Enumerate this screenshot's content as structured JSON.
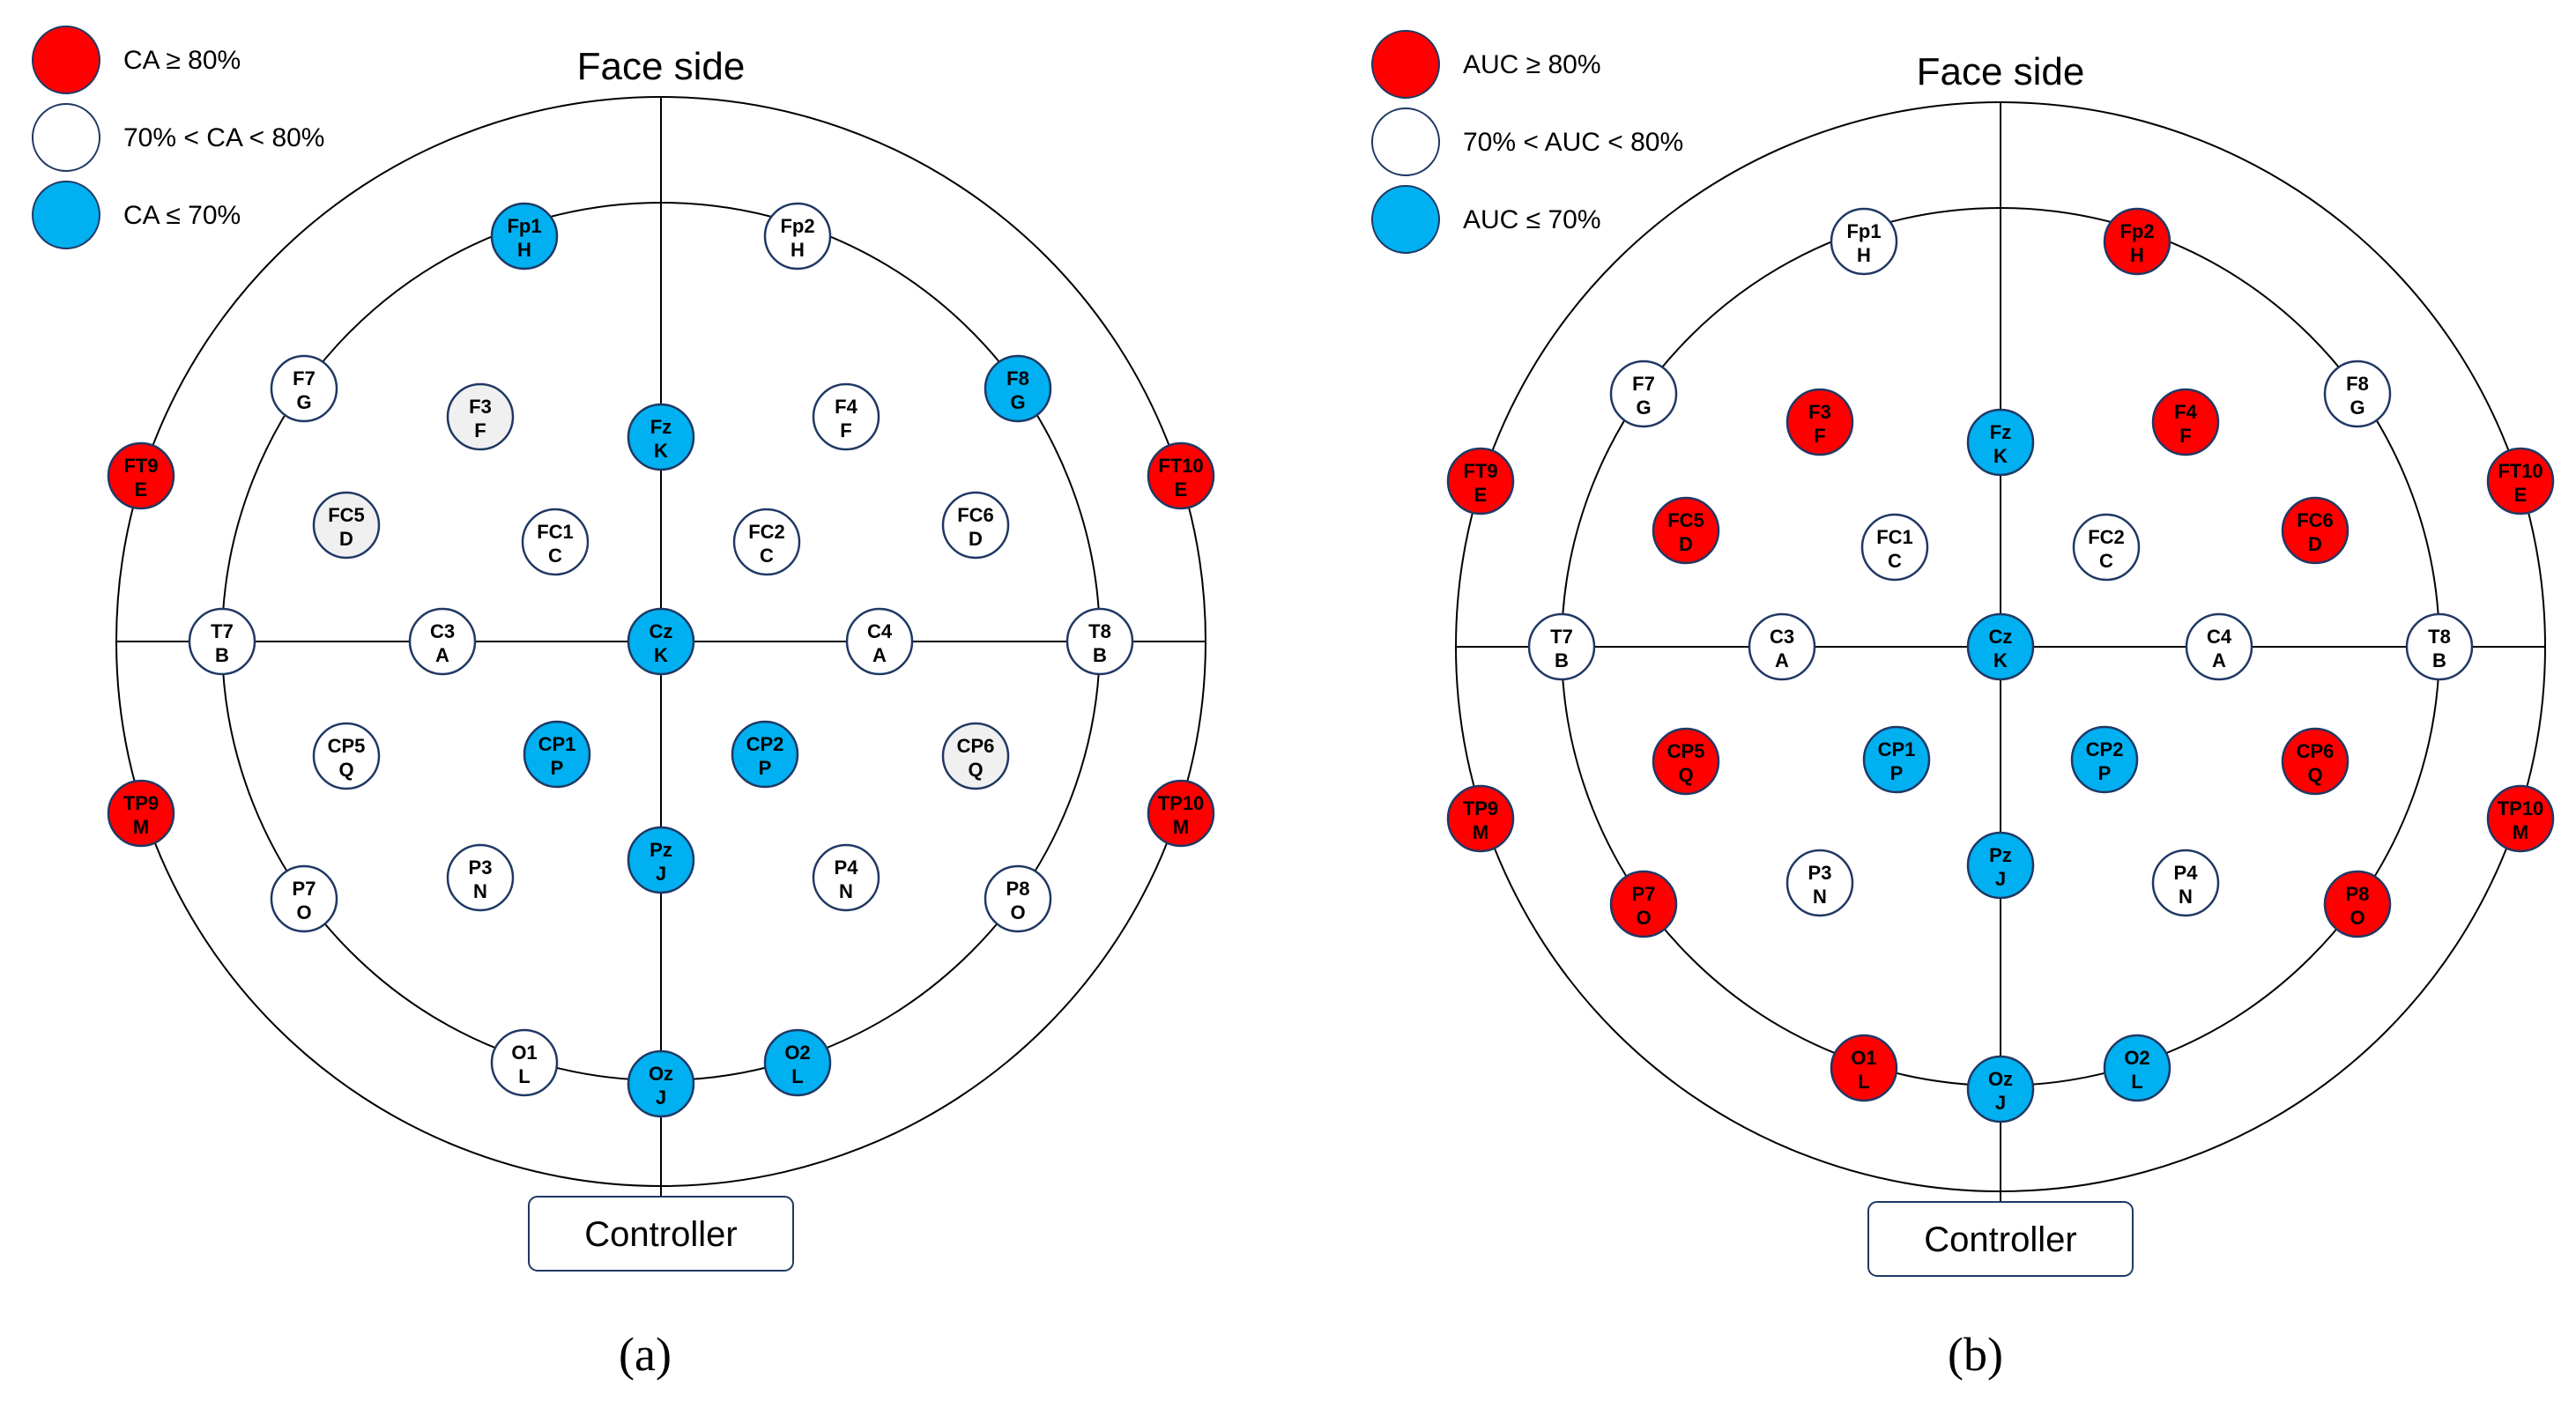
{
  "colors": {
    "red": "#ff0000",
    "white": "#ffffff",
    "blue": "#00b0f0",
    "gray": "#f0f0f0",
    "ring_stroke": "#1f3864",
    "line": "#000000"
  },
  "panels": [
    {
      "id": "a",
      "caption": "(a)",
      "face_label": "Face side",
      "controller_label": "Controller",
      "legend": [
        {
          "color": "red",
          "label": "CA ≥ 80%"
        },
        {
          "color": "white",
          "label": "70% < CA < 80%"
        },
        {
          "color": "blue",
          "label": "CA ≤ 70%"
        }
      ],
      "electrodes": [
        {
          "name": "Fp1",
          "code": "H",
          "color": "blue"
        },
        {
          "name": "Fp2",
          "code": "H",
          "color": "white"
        },
        {
          "name": "F7",
          "code": "G",
          "color": "white"
        },
        {
          "name": "F3",
          "code": "F",
          "color": "gray"
        },
        {
          "name": "Fz",
          "code": "K",
          "color": "blue"
        },
        {
          "name": "F4",
          "code": "F",
          "color": "white"
        },
        {
          "name": "F8",
          "code": "G",
          "color": "blue"
        },
        {
          "name": "FT9",
          "code": "E",
          "color": "red"
        },
        {
          "name": "FT10",
          "code": "E",
          "color": "red"
        },
        {
          "name": "FC5",
          "code": "D",
          "color": "gray"
        },
        {
          "name": "FC1",
          "code": "C",
          "color": "white"
        },
        {
          "name": "FC2",
          "code": "C",
          "color": "white"
        },
        {
          "name": "FC6",
          "code": "D",
          "color": "white"
        },
        {
          "name": "T7",
          "code": "B",
          "color": "white"
        },
        {
          "name": "C3",
          "code": "A",
          "color": "white"
        },
        {
          "name": "Cz",
          "code": "K",
          "color": "blue"
        },
        {
          "name": "C4",
          "code": "A",
          "color": "white"
        },
        {
          "name": "T8",
          "code": "B",
          "color": "white"
        },
        {
          "name": "CP5",
          "code": "Q",
          "color": "white"
        },
        {
          "name": "CP1",
          "code": "P",
          "color": "blue"
        },
        {
          "name": "CP2",
          "code": "P",
          "color": "blue"
        },
        {
          "name": "CP6",
          "code": "Q",
          "color": "gray"
        },
        {
          "name": "TP9",
          "code": "M",
          "color": "red"
        },
        {
          "name": "TP10",
          "code": "M",
          "color": "red"
        },
        {
          "name": "P7",
          "code": "O",
          "color": "white"
        },
        {
          "name": "P3",
          "code": "N",
          "color": "white"
        },
        {
          "name": "Pz",
          "code": "J",
          "color": "blue"
        },
        {
          "name": "P4",
          "code": "N",
          "color": "white"
        },
        {
          "name": "P8",
          "code": "O",
          "color": "white"
        },
        {
          "name": "O1",
          "code": "L",
          "color": "white"
        },
        {
          "name": "Oz",
          "code": "J",
          "color": "blue"
        },
        {
          "name": "O2",
          "code": "L",
          "color": "blue"
        }
      ]
    },
    {
      "id": "b",
      "caption": "(b)",
      "face_label": "Face side",
      "controller_label": "Controller",
      "legend": [
        {
          "color": "red",
          "label": "AUC ≥ 80%"
        },
        {
          "color": "white",
          "label": "70% < AUC < 80%"
        },
        {
          "color": "blue",
          "label": "AUC ≤ 70%"
        }
      ],
      "electrodes": [
        {
          "name": "Fp1",
          "code": "H",
          "color": "white"
        },
        {
          "name": "Fp2",
          "code": "H",
          "color": "red"
        },
        {
          "name": "F7",
          "code": "G",
          "color": "white"
        },
        {
          "name": "F3",
          "code": "F",
          "color": "red"
        },
        {
          "name": "Fz",
          "code": "K",
          "color": "blue"
        },
        {
          "name": "F4",
          "code": "F",
          "color": "red"
        },
        {
          "name": "F8",
          "code": "G",
          "color": "white"
        },
        {
          "name": "FT9",
          "code": "E",
          "color": "red"
        },
        {
          "name": "FT10",
          "code": "E",
          "color": "red"
        },
        {
          "name": "FC5",
          "code": "D",
          "color": "red"
        },
        {
          "name": "FC1",
          "code": "C",
          "color": "white"
        },
        {
          "name": "FC2",
          "code": "C",
          "color": "white"
        },
        {
          "name": "FC6",
          "code": "D",
          "color": "red"
        },
        {
          "name": "T7",
          "code": "B",
          "color": "white"
        },
        {
          "name": "C3",
          "code": "A",
          "color": "white"
        },
        {
          "name": "Cz",
          "code": "K",
          "color": "blue"
        },
        {
          "name": "C4",
          "code": "A",
          "color": "white"
        },
        {
          "name": "T8",
          "code": "B",
          "color": "white"
        },
        {
          "name": "CP5",
          "code": "Q",
          "color": "red"
        },
        {
          "name": "CP1",
          "code": "P",
          "color": "blue"
        },
        {
          "name": "CP2",
          "code": "P",
          "color": "blue"
        },
        {
          "name": "CP6",
          "code": "Q",
          "color": "red"
        },
        {
          "name": "TP9",
          "code": "M",
          "color": "red"
        },
        {
          "name": "TP10",
          "code": "M",
          "color": "red"
        },
        {
          "name": "P7",
          "code": "O",
          "color": "red"
        },
        {
          "name": "P3",
          "code": "N",
          "color": "white"
        },
        {
          "name": "Pz",
          "code": "J",
          "color": "blue"
        },
        {
          "name": "P4",
          "code": "N",
          "color": "white"
        },
        {
          "name": "P8",
          "code": "O",
          "color": "red"
        },
        {
          "name": "O1",
          "code": "L",
          "color": "red"
        },
        {
          "name": "Oz",
          "code": "J",
          "color": "blue"
        },
        {
          "name": "O2",
          "code": "L",
          "color": "blue"
        }
      ]
    }
  ]
}
